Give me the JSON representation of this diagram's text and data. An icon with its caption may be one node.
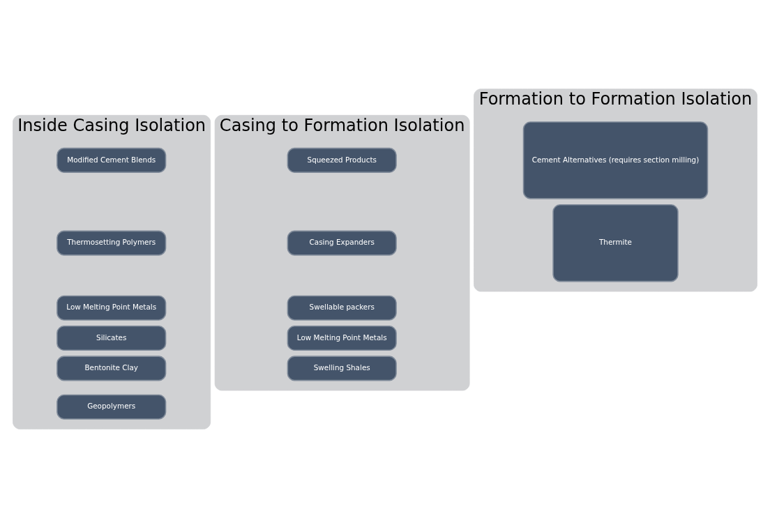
{
  "diagram": {
    "nodes": [
      {
        "text": [
          "Inside Casing Isolation"
        ]
      },
      {
        "text": [
          "Modified Cement Blends"
        ],
        "in": 0
      },
      {
        "text": [
          "Thermosetting Polymers"
        ],
        "in": 0
      },
      {
        "text": [
          "Low Melting Point Metals"
        ],
        "in": 0
      },
      {
        "text": [
          "Silicates"
        ],
        "in": 0
      },
      {
        "text": [
          "Bentonite Clay"
        ],
        "in": 0
      },
      {
        "text": [
          "Geopolymers"
        ],
        "in": 0
      },
      {
        "text": [
          "Casing to Formation Isolation"
        ]
      },
      {
        "text": [
          "Squeezed Products"
        ],
        "in": 7
      },
      {
        "text": [
          "Casing Expanders"
        ],
        "in": 7
      },
      {
        "text": [
          "Swellable packers"
        ],
        "in": 7
      },
      {
        "text": [
          "Low Melting Point Metals"
        ],
        "in": 7
      },
      {
        "text": [
          "Swelling Shales"
        ],
        "in": 7
      },
      {
        "text": [
          "Formation to Formation Isolation"
        ]
      },
      {
        "text": [
          "Cement Alternatives (requires section milling)"
        ],
        "in": 13
      },
      {
        "text": [
          "Thermite"
        ],
        "in": 13
      }
    ],
    "edges": []
  }
}
